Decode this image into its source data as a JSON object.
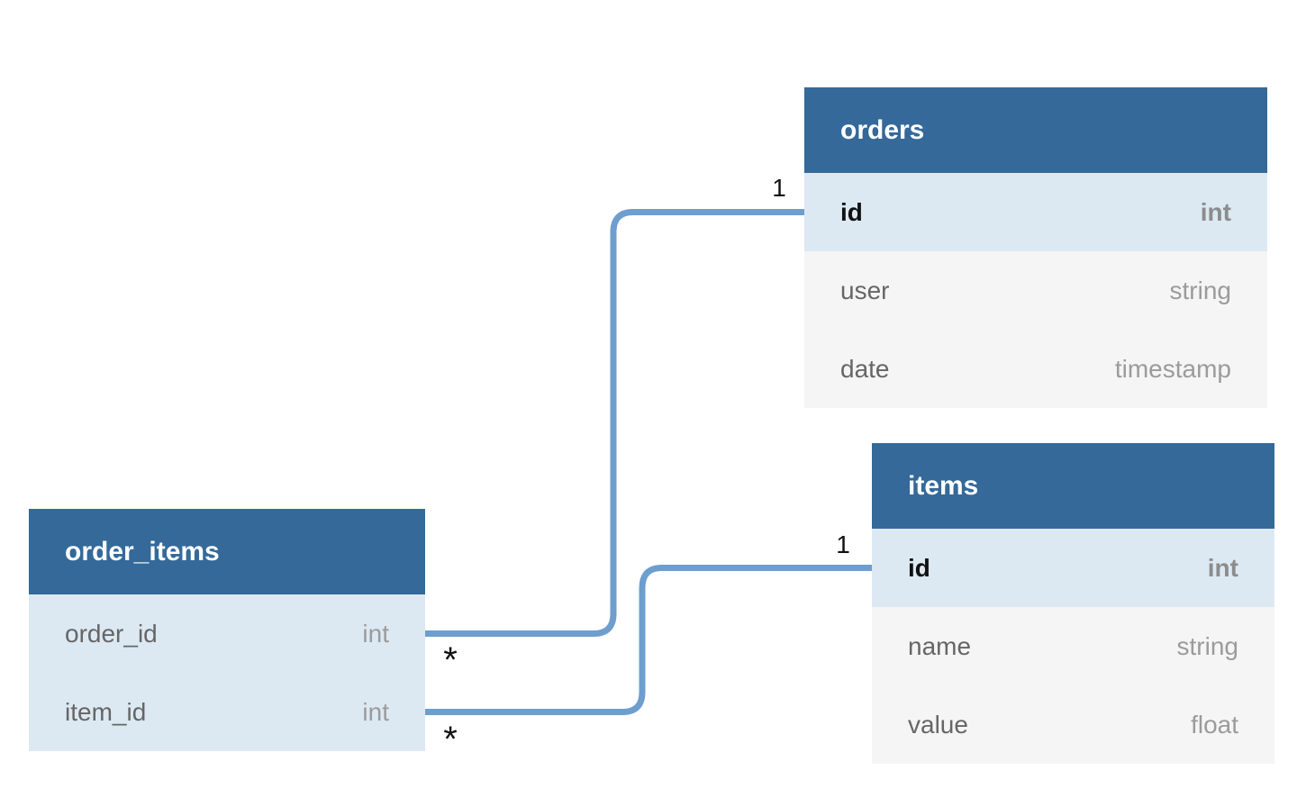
{
  "diagram": {
    "type": "entity-relationship",
    "colors": {
      "header_bg": "#34699a",
      "header_text": "#ffffff",
      "key_row_bg": "#dce9f3",
      "row_bg": "#f5f5f5",
      "name_color": "#666666",
      "type_color": "#9b9b9b",
      "key_name_color": "#111111",
      "key_type_color": "#8c8c8c",
      "connector_color": "#6d9ece",
      "label_color": "#111111",
      "canvas_bg": "#ffffff"
    },
    "tables": [
      {
        "title": "orders",
        "columns": [
          {
            "name": "id",
            "type": "int",
            "key": true
          },
          {
            "name": "user",
            "type": "string",
            "key": false
          },
          {
            "name": "date",
            "type": "timestamp",
            "key": false
          }
        ]
      },
      {
        "title": "items",
        "columns": [
          {
            "name": "id",
            "type": "int",
            "key": true
          },
          {
            "name": "name",
            "type": "string",
            "key": false
          },
          {
            "name": "value",
            "type": "float",
            "key": false
          }
        ]
      },
      {
        "title": "order_items",
        "columns": [
          {
            "name": "order_id",
            "type": "int",
            "key": true
          },
          {
            "name": "item_id",
            "type": "int",
            "key": true
          }
        ]
      }
    ],
    "relationships": [
      {
        "from": "orders.id",
        "to": "order_items.order_id",
        "from_cardinality": "1",
        "to_cardinality": "*"
      },
      {
        "from": "items.id",
        "to": "order_items.item_id",
        "from_cardinality": "1",
        "to_cardinality": "*"
      }
    ]
  }
}
